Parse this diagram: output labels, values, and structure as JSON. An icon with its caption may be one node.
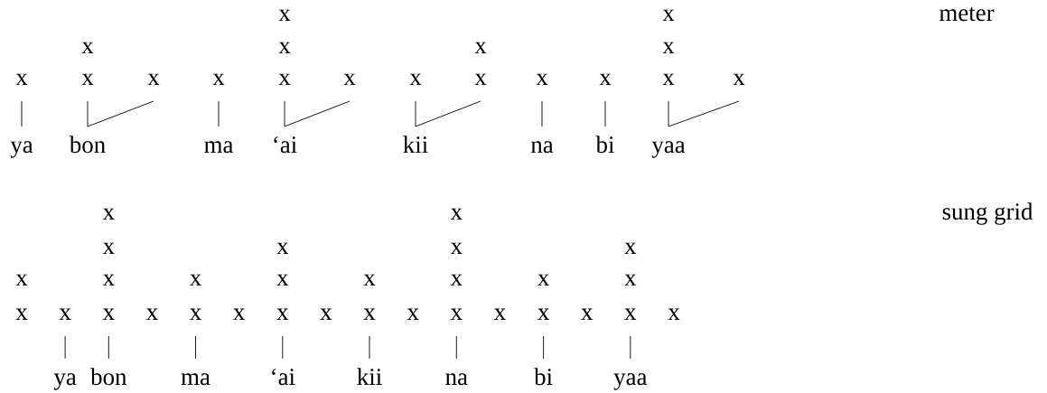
{
  "diagram": {
    "nodes": [
      {
        "text": [
          "x"
        ]
      },
      {
        "text": [
          "x"
        ]
      },
      {
        "text": [
          "x"
        ]
      },
      {
        "text": [
          "x"
        ]
      },
      {
        "text": [
          "x"
        ]
      },
      {
        "text": [
          "x"
        ]
      },
      {
        "text": [
          "x"
        ]
      },
      {
        "text": [
          "x"
        ]
      },
      {
        "text": [
          "x"
        ]
      },
      {
        "text": [
          "x"
        ]
      },
      {
        "text": [
          "x"
        ]
      },
      {
        "text": [
          "x"
        ]
      },
      {
        "text": [
          "ya"
        ]
      },
      {
        "text": [
          "bon"
        ]
      },
      {
        "text": [
          "ma"
        ]
      },
      {
        "text": [
          "‘ai"
        ]
      },
      {
        "text": [
          "kii"
        ]
      },
      {
        "text": [
          "na"
        ]
      },
      {
        "text": [
          "bi"
        ]
      },
      {
        "text": [
          "yaa"
        ]
      },
      {
        "text": [
          "x"
        ]
      },
      {
        "text": [
          "x"
        ]
      },
      {
        "text": [
          "x"
        ]
      },
      {
        "text": [
          "x"
        ]
      },
      {
        "text": [
          "x"
        ]
      },
      {
        "text": [
          "x"
        ]
      },
      {
        "text": [
          "x"
        ]
      },
      {
        "text": [
          "x"
        ]
      },
      {
        "text": [
          "x"
        ]
      },
      {
        "text": [
          "x"
        ]
      },
      {
        "text": [
          "x"
        ]
      },
      {
        "text": [
          "x"
        ]
      },
      {
        "text": [
          "x"
        ]
      },
      {
        "text": [
          "x"
        ]
      },
      {
        "text": [
          "x"
        ]
      },
      {
        "text": [
          "x"
        ]
      },
      {
        "text": [
          "ya"
        ]
      },
      {
        "text": [
          "bon"
        ]
      },
      {
        "text": [
          "ma"
        ]
      },
      {
        "text": [
          "‘ai"
        ]
      },
      {
        "text": [
          "kii"
        ]
      },
      {
        "text": [
          "na"
        ]
      },
      {
        "text": [
          "bi"
        ]
      },
      {
        "text": [
          "yaa"
        ]
      }
    ],
    "edges": [
      {
        "from": 12,
        "to": 0,
        "arrow": "none"
      },
      {
        "from": 13,
        "to": 1,
        "arrow": "none"
      },
      {
        "from": 13,
        "to": 2,
        "arrow": "none"
      },
      {
        "from": 14,
        "to": 3,
        "arrow": "none"
      },
      {
        "from": 15,
        "to": 4,
        "arrow": "none"
      },
      {
        "from": 15,
        "to": 5,
        "arrow": "none"
      },
      {
        "from": 16,
        "to": 6,
        "arrow": "none"
      },
      {
        "from": 16,
        "to": 7,
        "arrow": "none"
      },
      {
        "from": 17,
        "to": 8,
        "arrow": "none"
      },
      {
        "from": 18,
        "to": 9,
        "arrow": "none"
      },
      {
        "from": 19,
        "to": 10,
        "arrow": "none"
      },
      {
        "from": 19,
        "to": 11,
        "arrow": "none"
      },
      {
        "from": 36,
        "to": 21,
        "arrow": "none"
      },
      {
        "from": 37,
        "to": 22,
        "arrow": "none"
      },
      {
        "from": 38,
        "to": 24,
        "arrow": "none"
      },
      {
        "from": 39,
        "to": 26,
        "arrow": "none"
      },
      {
        "from": 40,
        "to": 28,
        "arrow": "none"
      },
      {
        "from": 41,
        "to": 30,
        "arrow": "none"
      },
      {
        "from": 42,
        "to": 32,
        "arrow": "none"
      },
      {
        "from": 43,
        "to": 34,
        "arrow": "none"
      }
    ],
    "labels": [
      "x",
      "x",
      "meter",
      "x",
      "x",
      "x",
      "x",
      "x",
      "x",
      "sung grid",
      "x",
      "x",
      "x",
      "x",
      "x",
      "x",
      "x",
      "x",
      "x",
      "x",
      "x",
      "x"
    ]
  }
}
